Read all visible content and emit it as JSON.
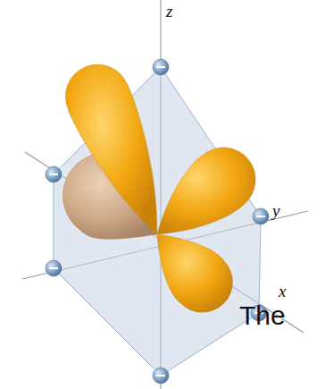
{
  "diagram": {
    "labels": [
      "z",
      "y",
      "x",
      "The"
    ]
  }
}
